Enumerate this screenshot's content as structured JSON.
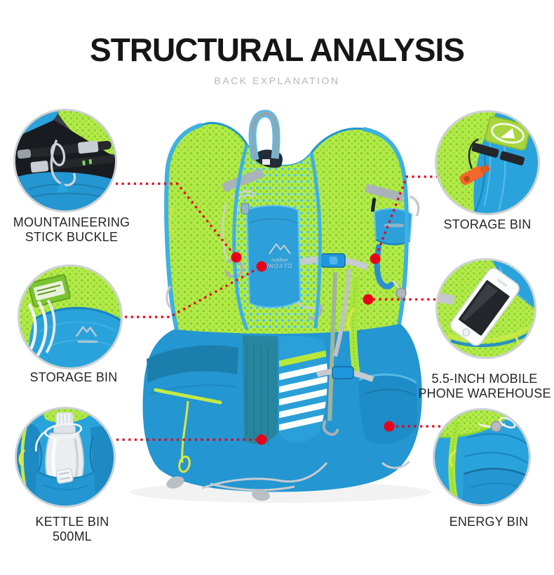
{
  "header": {
    "title": "STRUCTURAL ANALYSIS",
    "subtitle": "BACK EXPLANATION"
  },
  "callouts": [
    {
      "name": "mountaineering-stick-buckle",
      "lines": [
        "MOUNTAINEERING",
        "STICK BUCKLE"
      ]
    },
    {
      "name": "storage-bin-upper-right",
      "lines": [
        "STORAGE BIN"
      ]
    },
    {
      "name": "storage-bin-left",
      "lines": [
        "STORAGE BIN"
      ]
    },
    {
      "name": "mobile-phone-warehouse",
      "lines": [
        "5.5-INCH MOBILE",
        "PHONE WAREHOUSE"
      ]
    },
    {
      "name": "kettle-bin",
      "lines": [
        "KETTLE BIN",
        "500ML"
      ]
    },
    {
      "name": "energy-bin",
      "lines": [
        "ENERGY BIN"
      ]
    }
  ],
  "vest_logo": {
    "line1": "outdoor",
    "line2": "INOXTO"
  },
  "colors": {
    "accent_red": "#e8001a",
    "vest_blue": "#2aa1db",
    "mesh_green": "#b4eb4a",
    "zipper_green": "#c3ea46",
    "whistle_orange": "#f3682b"
  }
}
